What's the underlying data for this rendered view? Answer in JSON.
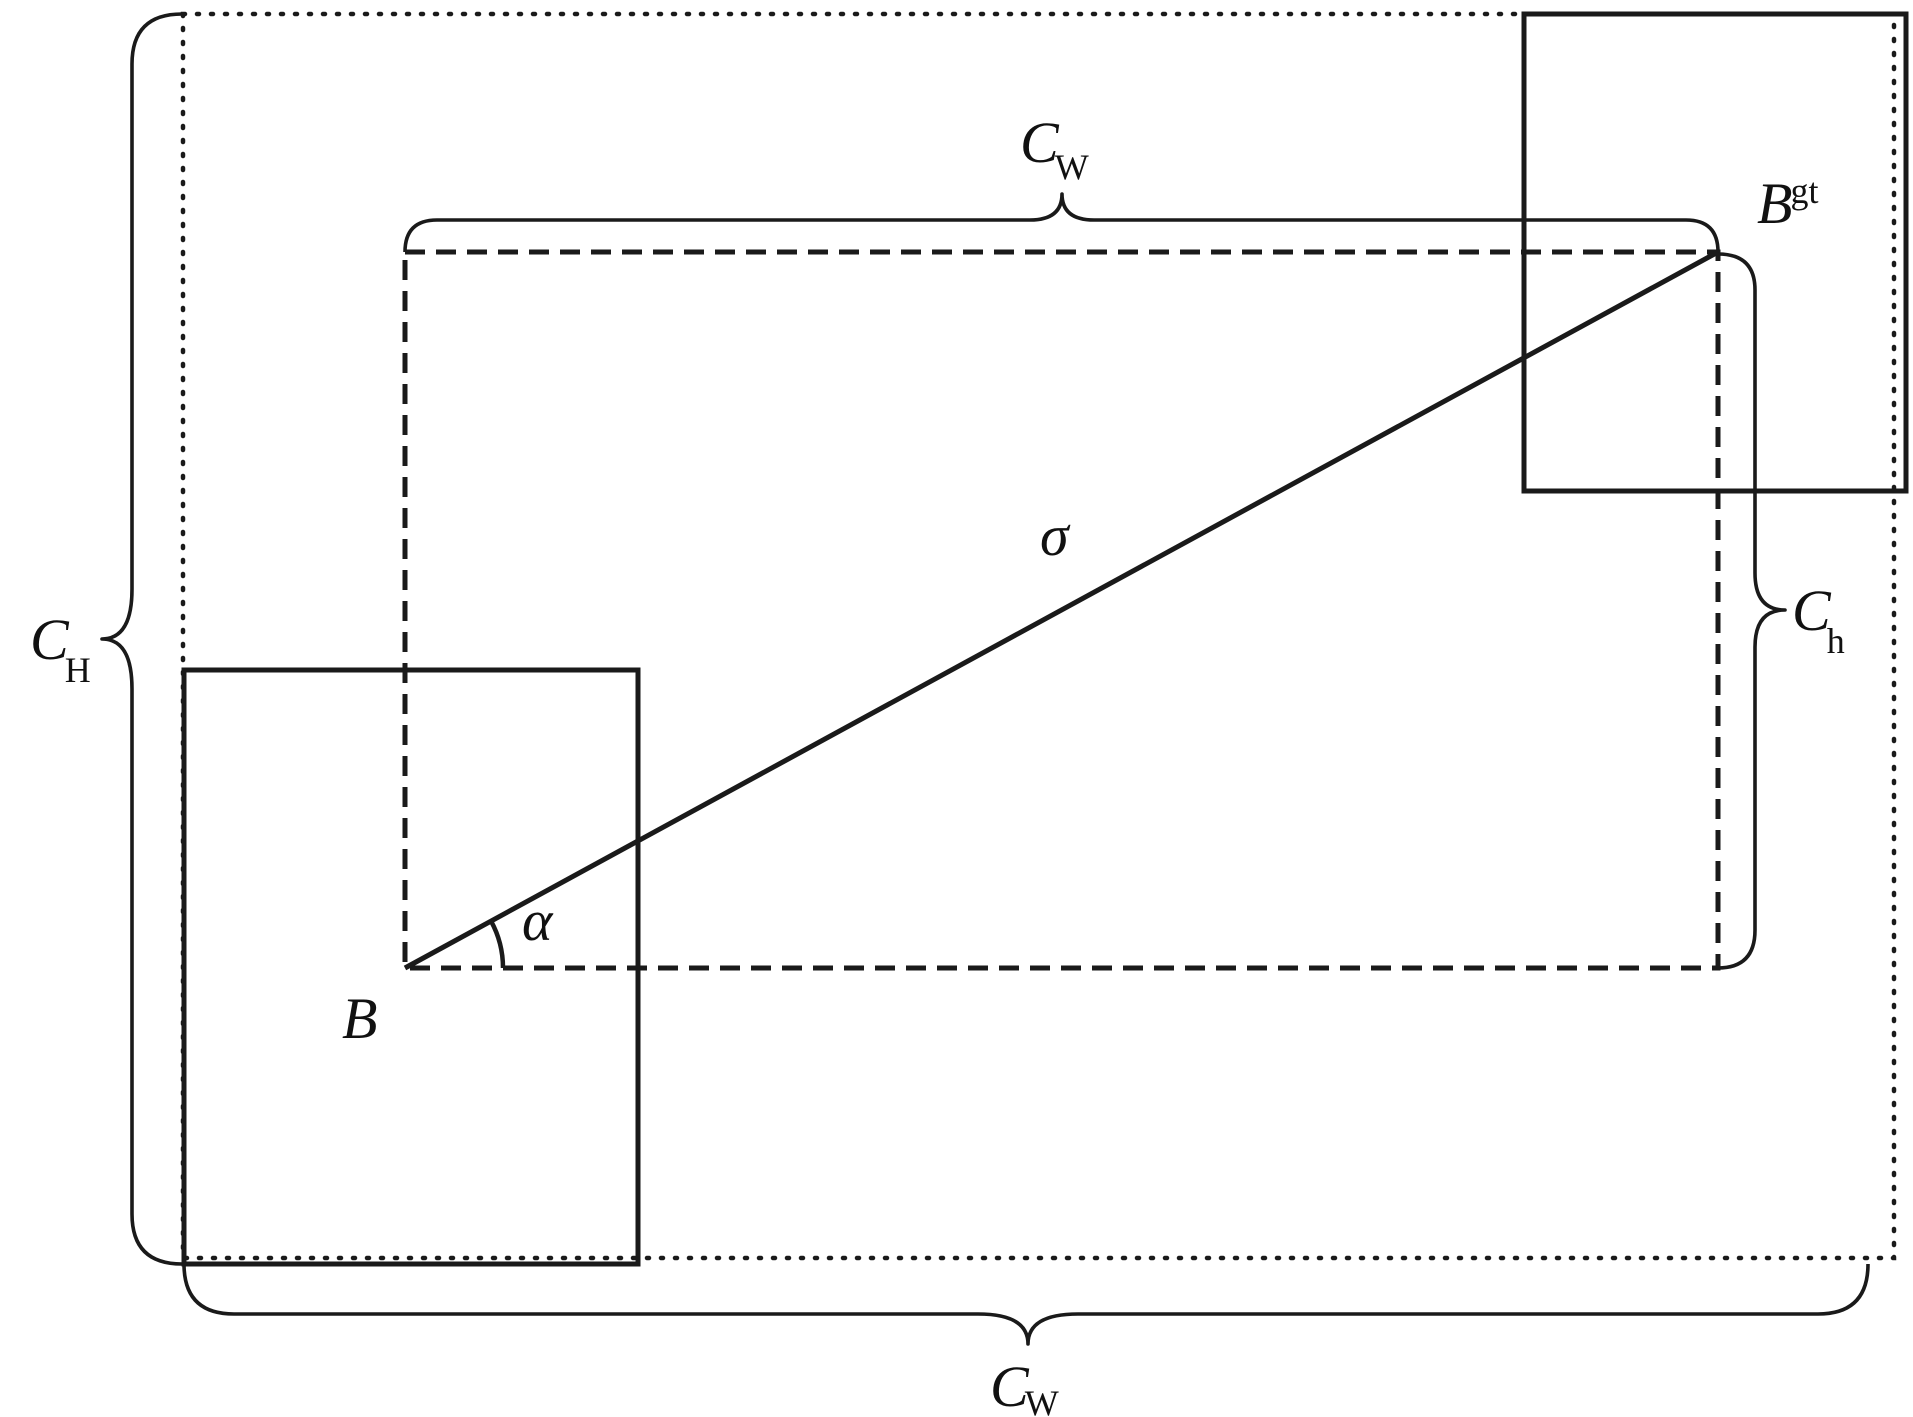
{
  "labels": {
    "box_b": "B",
    "box_gt_main": "B",
    "box_gt_sup": "gt",
    "outer_height_main": "C",
    "outer_height_sub": "H",
    "outer_width_main": "C",
    "outer_width_sub": "W",
    "inner_width_main": "C",
    "inner_width_sub": "W",
    "inner_height_main": "C",
    "inner_height_sub": "h",
    "distance": "σ",
    "angle": "α"
  }
}
